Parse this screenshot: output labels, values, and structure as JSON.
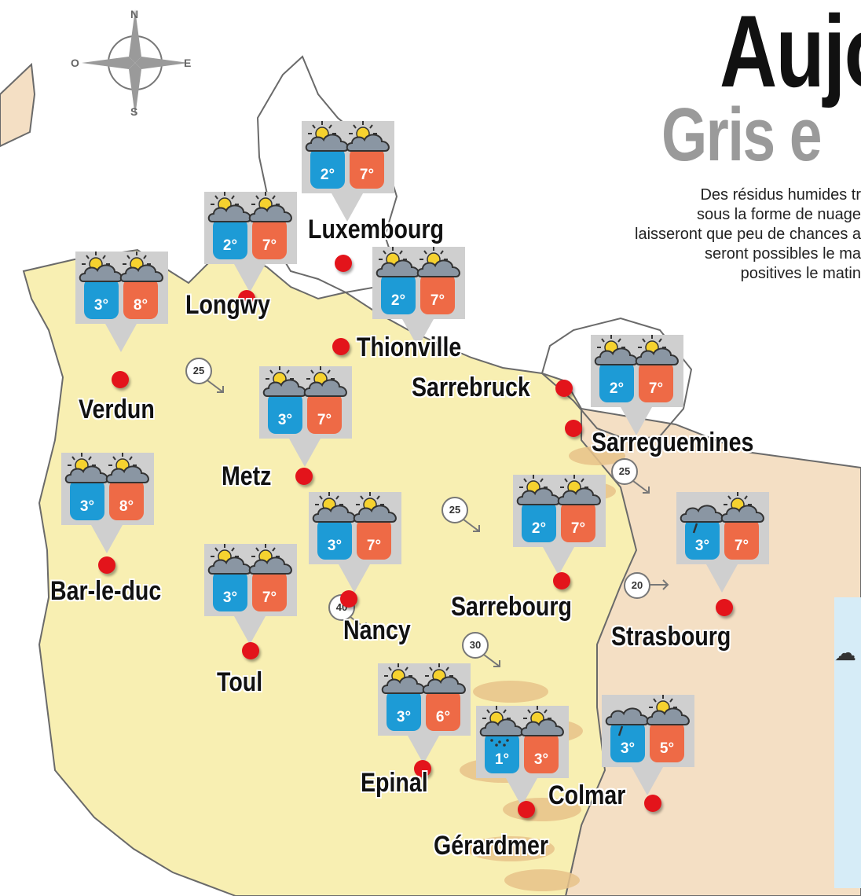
{
  "header": {
    "title": "Aujo",
    "subtitle": "Gris e"
  },
  "intro": {
    "lines": [
      "Des résidus humides tr",
      "sous la forme de nuage",
      "laisseront que peu de chances a",
      "seront possibles le ma",
      "positives le matin"
    ]
  },
  "compass": {
    "n": "N",
    "s": "S",
    "e": "E",
    "o": "O"
  },
  "colors": {
    "region": "#f8efb2",
    "alsace": "#f4dfc4",
    "outside": "#ffffff",
    "border": "#6a6a6a",
    "dot": "#e3141b",
    "min_tile": "#1d9bd6",
    "max_tile": "#ee6a46",
    "cloud": "#8a96a3",
    "sun": "#f6d22f",
    "panel": "#cfcfcf",
    "info_box": "#d6ecf7"
  },
  "cities": [
    {
      "id": "luxembourg",
      "name": "Luxembourg",
      "min": "2°",
      "max": "7°",
      "icon_min": "sun-cloud-icon",
      "icon_max": "sun-cloud-icon"
    },
    {
      "id": "longwy",
      "name": "Longwy",
      "min": "2°",
      "max": "7°",
      "icon_min": "sun-cloud-icon",
      "icon_max": "sun-cloud-icon"
    },
    {
      "id": "thionville",
      "name": "Thionville",
      "min": "2°",
      "max": "7°",
      "icon_min": "sun-cloud-icon",
      "icon_max": "sun-cloud-icon"
    },
    {
      "id": "verdun",
      "name": "Verdun",
      "min": "3°",
      "max": "8°",
      "icon_min": "sun-cloud-icon",
      "icon_max": "sun-cloud-icon"
    },
    {
      "id": "metz",
      "name": "Metz",
      "min": "3°",
      "max": "7°",
      "icon_min": "sun-cloud-icon",
      "icon_max": "sun-cloud-icon"
    },
    {
      "id": "sarrebruck",
      "name": "Sarrebruck",
      "min": "2°",
      "max": "7°",
      "icon_min": "sun-cloud-icon",
      "icon_max": "sun-cloud-icon"
    },
    {
      "id": "sarreguemines",
      "name": "Sarreguemines"
    },
    {
      "id": "barleduc",
      "name": "Bar-le-duc",
      "min": "3°",
      "max": "8°",
      "icon_min": "sun-cloud-icon",
      "icon_max": "sun-cloud-icon"
    },
    {
      "id": "nancy",
      "name": "Nancy",
      "min": "3°",
      "max": "7°",
      "icon_min": "sun-cloud-icon",
      "icon_max": "sun-cloud-icon"
    },
    {
      "id": "sarrebourg",
      "name": "Sarrebourg",
      "min": "2°",
      "max": "7°",
      "icon_min": "sun-cloud-icon",
      "icon_max": "sun-cloud-icon"
    },
    {
      "id": "strasbourg",
      "name": "Strasbourg",
      "min": "3°",
      "max": "7°",
      "icon_min": "rain-cloud-icon",
      "icon_max": "sun-cloud-icon"
    },
    {
      "id": "toul",
      "name": "Toul",
      "min": "3°",
      "max": "7°",
      "icon_min": "sun-cloud-icon",
      "icon_max": "sun-cloud-icon"
    },
    {
      "id": "epinal",
      "name": "Epinal",
      "min": "3°",
      "max": "6°",
      "icon_min": "sun-cloud-icon",
      "icon_max": "sun-cloud-icon"
    },
    {
      "id": "gerardmer",
      "name": "Gérardmer",
      "min": "1°",
      "max": "3°",
      "icon_min": "snow-cloud-icon",
      "icon_max": "sun-cloud-icon"
    },
    {
      "id": "colmar",
      "name": "Colmar",
      "min": "3°",
      "max": "5°",
      "icon_min": "rain-cloud-icon",
      "icon_max": "sun-cloud-icon"
    }
  ],
  "winds": [
    {
      "id": "verdun-metz",
      "speed": "25"
    },
    {
      "id": "sarreguemines",
      "speed": "25"
    },
    {
      "id": "nancy-sarrebourg",
      "speed": "25"
    },
    {
      "id": "strasbourg",
      "speed": "20"
    },
    {
      "id": "epinal",
      "speed": "40"
    },
    {
      "id": "gerardmer",
      "speed": "30"
    }
  ],
  "info_box": {
    "icon": "weather-icon"
  }
}
